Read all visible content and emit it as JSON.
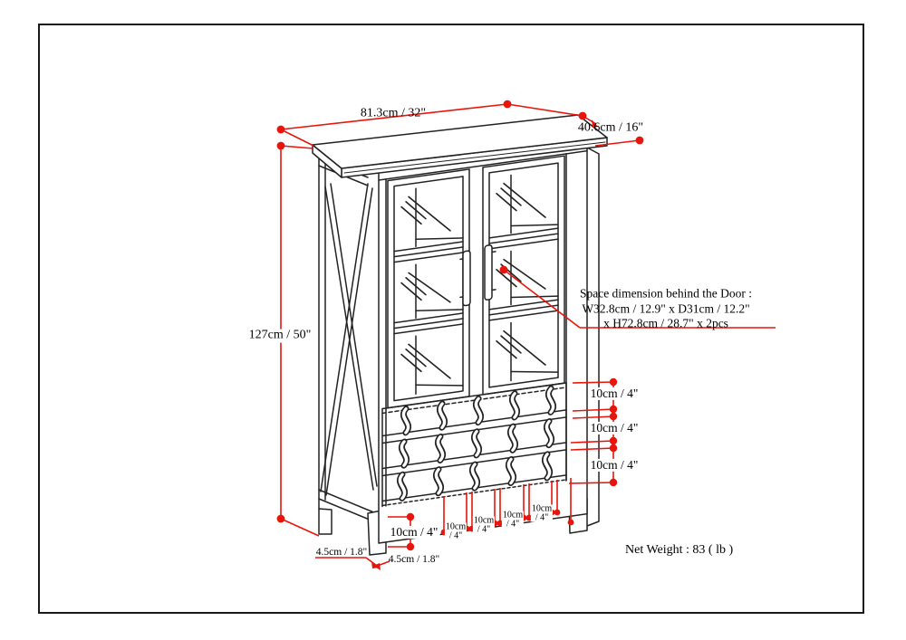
{
  "labels": {
    "width": "81.3cm / 32\"",
    "depth": "40.6cm / 16\"",
    "height": "127cm / 50\"",
    "gap_right_1": "10cm / 4\"",
    "gap_right_2": "10cm / 4\"",
    "gap_right_3": "10cm / 4\"",
    "gap_bottom_left": "10cm / 4\"",
    "slots": [
      {
        "l1": "10cm",
        "l2": "/ 4\""
      },
      {
        "l1": "10cm",
        "l2": "/ 4\""
      },
      {
        "l1": "10cm",
        "l2": "/ 4\""
      },
      {
        "l1": "10cm",
        "l2": "/ 4\""
      }
    ],
    "foot_side": "4.5cm / 1.8\"",
    "foot_front": "4.5cm / 1.8\""
  },
  "annotations": {
    "space_note_line1": "Space dimension behind the Door  :",
    "space_note_line2": "W32.8cm / 12.9\" x D31cm / 12.2\"",
    "space_note_line3": "x H72.8cm / 28.7\" x 2pcs",
    "net_weight": "Net Weight : 83 ( lb )"
  },
  "colors": {
    "dimension_line": "#e8150c",
    "drawing_line": "#222222",
    "text": "#000000",
    "background": "#ffffff"
  }
}
